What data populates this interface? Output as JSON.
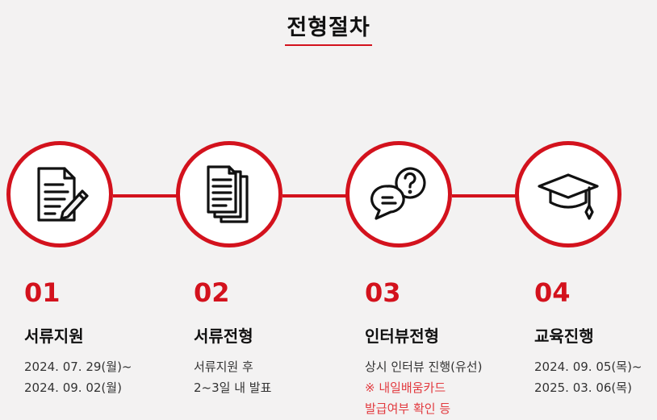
{
  "title": "전형절차",
  "accent_color": "#d3121d",
  "steps": [
    {
      "num": "01",
      "title": "서류지원",
      "icon": "document-edit-icon",
      "lines": [
        "2024. 07. 29(월)~",
        "2024. 09. 02(월)"
      ],
      "notes": []
    },
    {
      "num": "02",
      "title": "서류전형",
      "icon": "documents-stack-icon",
      "lines": [
        "서류지원 후",
        "2~3일 내 발표"
      ],
      "notes": []
    },
    {
      "num": "03",
      "title": "인터뷰전형",
      "icon": "chat-question-icon",
      "lines": [
        "상시 인터뷰 진행(유선)"
      ],
      "notes": [
        "※ 내일배움카드",
        "발급여부 확인 등"
      ]
    },
    {
      "num": "04",
      "title": "교육진행",
      "icon": "graduation-cap-icon",
      "lines": [
        "2024. 09. 05(목)~",
        "2025. 03. 06(목)"
      ],
      "notes": []
    }
  ]
}
